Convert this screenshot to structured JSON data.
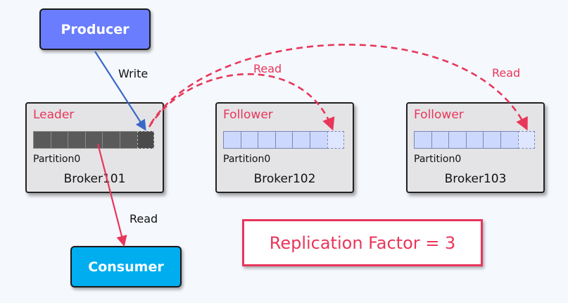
{
  "producer": {
    "label": "Producer"
  },
  "consumer": {
    "label": "Consumer"
  },
  "brokers": [
    {
      "name": "Broker101",
      "role": "Leader",
      "partition": "Partition0"
    },
    {
      "name": "Broker102",
      "role": "Follower",
      "partition": "Partition0"
    },
    {
      "name": "Broker103",
      "role": "Follower",
      "partition": "Partition0"
    }
  ],
  "edges": {
    "write": "Write",
    "read_consumer": "Read",
    "read_broker102": "Read",
    "read_broker103": "Read"
  },
  "replication_factor": "Replication Factor = 3",
  "colors": {
    "producer": "#6a7dff",
    "consumer": "#00aef0",
    "write_arrow": "#3a68c8",
    "read_arrow": "#e8365a",
    "leader_partition": "#5a5a5a",
    "follower_partition": "#cdd8ff"
  }
}
